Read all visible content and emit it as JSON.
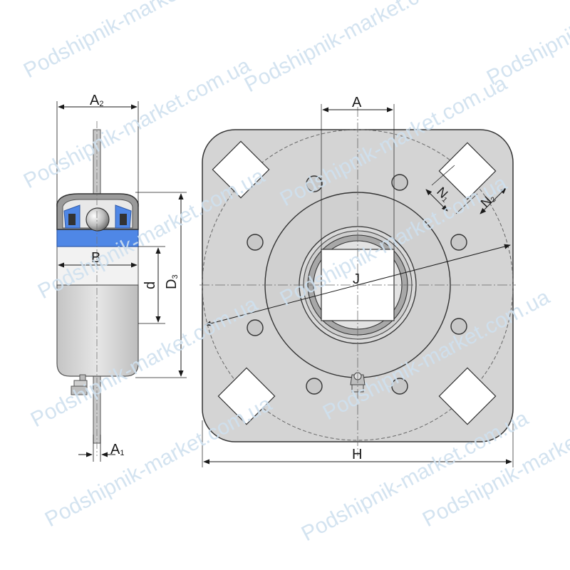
{
  "side_view": {
    "labels": {
      "a2": "A",
      "a2_sub": "2",
      "b": "B",
      "d": "d",
      "d3": "D",
      "d3_sub": "3",
      "a1": "A",
      "a1_sub": "1"
    }
  },
  "front_view": {
    "labels": {
      "a": "A",
      "j": "J",
      "n1": "N",
      "n1_sub": "1",
      "n2": "N",
      "n2_sub": "2",
      "h": "H"
    }
  },
  "watermark": {
    "text": "Podshipnik-market.com.ua"
  },
  "colors": {
    "housing": "#d4d4d4",
    "bearing_blue": "#4f87e6",
    "outline": "#333333",
    "dimension": "#1a1a1a",
    "watermark": "#cfe0ef"
  }
}
